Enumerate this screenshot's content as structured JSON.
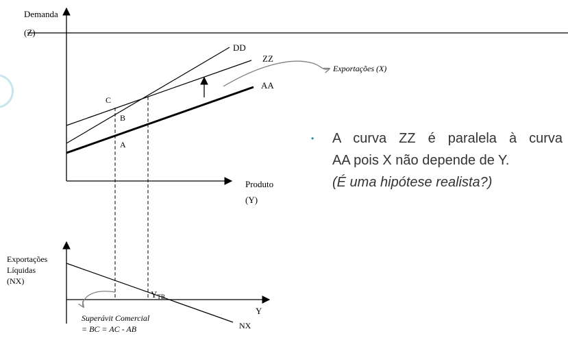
{
  "top": {
    "y_axis_label_1": "Demanda",
    "y_axis_label_2": "(Z)",
    "x_axis_label_1": "Produto",
    "x_axis_label_2": "(Y)",
    "curves": {
      "dd": "DD",
      "zz": "ZZ",
      "aa": "AA"
    },
    "points": {
      "c": "C",
      "b": "B",
      "a": "A"
    },
    "exports_label": "Exportações (X)"
  },
  "bottom": {
    "y_axis_label_1": "Exportações",
    "y_axis_label_2": "Líquidas",
    "y_axis_label_3": "(NX)",
    "x_axis_label": "Y",
    "nx_label": "NX",
    "ytb_main": "Y",
    "ytb_sub": "TB",
    "surplus_1": "Superávit Comercial",
    "surplus_2": "= BC = AC - AB"
  },
  "note": {
    "line1": "A curva ZZ é paralela à curva",
    "line2": "AA pois X não depende de Y.",
    "line3": "(É uma hipótese realista?)"
  },
  "colors": {
    "bullet": "#2a8a9a",
    "gray_arrow": "#808080"
  }
}
